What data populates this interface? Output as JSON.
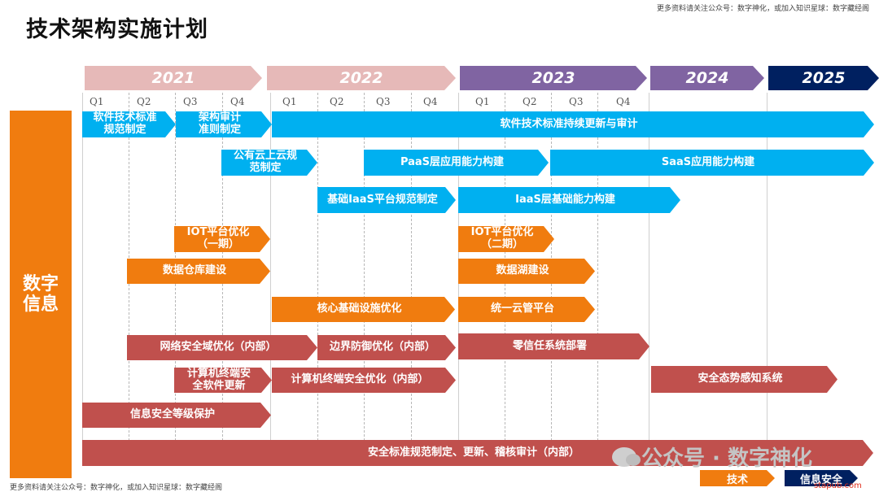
{
  "title": "技术架构实施计划",
  "top_note": "更多资料请关注公众号：数字神化，或加入知识星球：数字藏经阁",
  "bottom_note": "更多资料请关注公众号：数字神化，或加入知识星球：数字藏经阁",
  "side_label": "数字\n信息",
  "years": [
    "2021",
    "2022",
    "2023",
    "2024",
    "2025"
  ],
  "year_colors": [
    "#e6b9b8",
    "#e6b9b8",
    "#8064a2",
    "#8064a2",
    "#002060"
  ],
  "quarters": [
    "Q1",
    "Q2",
    "Q3",
    "Q4",
    "Q1",
    "Q2",
    "Q3",
    "Q4",
    "Q1",
    "Q2",
    "Q3",
    "Q4"
  ],
  "bars": {
    "b1": "软件技术标准\n规范制定",
    "b2": "架构审计\n准则制定",
    "b3": "软件技术标准持续更新与审计",
    "b4": "公有云上云规\n范制定",
    "b5": "PaaS层应用能力构建",
    "b6": "SaaS应用能力构建",
    "b7": "基础IaaS平台规范制定",
    "b8": "IaaS层基础能力构建",
    "b9": "IOT平台优化\n（一期）",
    "b10": "IOT平台优化\n（二期）",
    "b11": "数据仓库建设",
    "b12": "数据湖建设",
    "b13": "核心基础设施优化",
    "b14": "统一云管平台",
    "b15": "网络安全域优化（内部）",
    "b16": "边界防御优化（内部）",
    "b17": "零信任系统部署",
    "b18": "计算机终端安\n全软件更新",
    "b19": "计算机终端安全优化（内部）",
    "b20": "安全态势感知系统",
    "b21": "信息安全等级保护",
    "b22": "安全标准规范制定、更新、稽核审计（内部）"
  },
  "colors": {
    "blue": "#00b0f0",
    "orange": "#f07c0f",
    "red": "#c0504d",
    "navy": "#002060"
  },
  "watermark": "公众号 · 数字神化",
  "legend": {
    "tech": "技术",
    "security": "信息安全"
  },
  "stamp": "stapub.com"
}
